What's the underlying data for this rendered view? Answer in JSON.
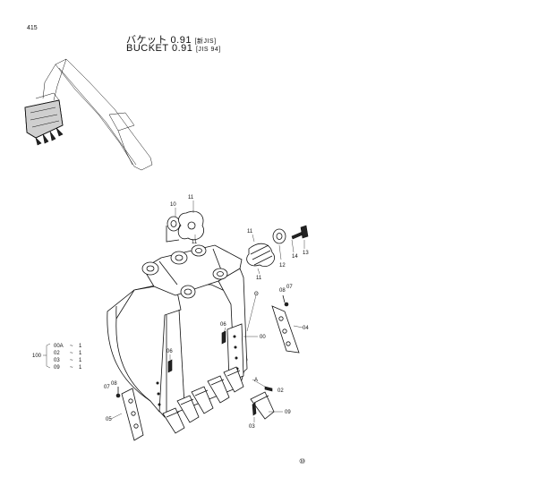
{
  "page": {
    "number": "415"
  },
  "title": {
    "jp": "バケット 0.91",
    "jp_std": "[新JIS]",
    "en": "BUCKET  0.91",
    "en_std": "[JIS 94]"
  },
  "callouts": {
    "c10": "10",
    "c11a": "11",
    "c11b": "11",
    "c11c": "11",
    "c11d": "11",
    "c12": "12",
    "c13": "13",
    "c14": "14",
    "c08a": "08",
    "c07a": "07",
    "c04": "04",
    "c06a": "06",
    "c00": "00",
    "c06b": "06",
    "cA": "A",
    "c02": "02",
    "c09": "09",
    "c03": "03",
    "c07b": "07",
    "c08b": "08",
    "c05": "05"
  },
  "kit": {
    "number": "100",
    "rows": [
      {
        "part": "00A",
        "tilde": "~",
        "qty": "1"
      },
      {
        "part": "02",
        "tilde": "~",
        "qty": "1"
      },
      {
        "part": "03",
        "tilde": "~",
        "qty": "1"
      },
      {
        "part": "09",
        "tilde": "~",
        "qty": "1"
      }
    ]
  },
  "mark": "⑩"
}
